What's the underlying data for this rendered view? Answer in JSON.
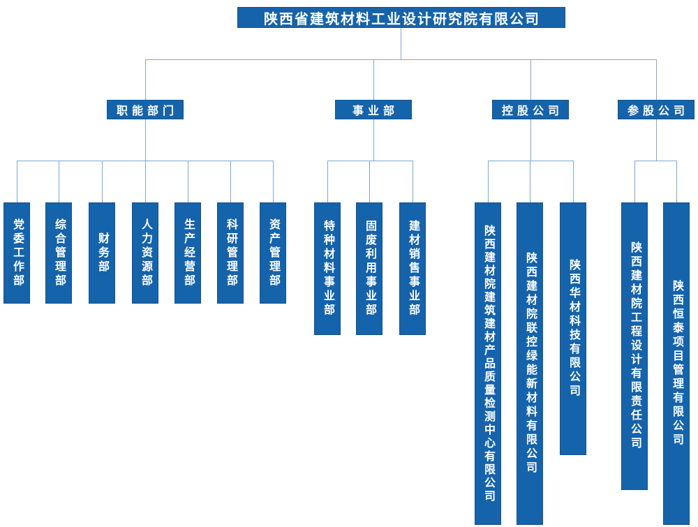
{
  "root": {
    "label": "陕西省建筑材料工业设计研究院有限公司"
  },
  "branches": [
    {
      "label": "职能部门",
      "children": [
        {
          "label": "党委工作部"
        },
        {
          "label": "综合管理部"
        },
        {
          "label": "财务部"
        },
        {
          "label": "人力资源部"
        },
        {
          "label": "生产经营部"
        },
        {
          "label": "科研管理部"
        },
        {
          "label": "资产管理部"
        }
      ]
    },
    {
      "label": "事业部",
      "children": [
        {
          "label": "特种材料事业部"
        },
        {
          "label": "固废利用事业部"
        },
        {
          "label": "建材销售事业部"
        }
      ]
    },
    {
      "label": "控股公司",
      "children": [
        {
          "label": "陕西建材院建筑建材产品质量检测中心有限公司"
        },
        {
          "label": "陕西建材院联控绿能新材料有限公司"
        },
        {
          "label": "陕西华材科技有限公司"
        }
      ]
    },
    {
      "label": "参股公司",
      "children": [
        {
          "label": "陕西建材院工程设计有限责任公司"
        },
        {
          "label": "陕西恒泰项目管理有限公司"
        }
      ]
    }
  ],
  "colors": {
    "node_blue": "#1563ab",
    "line_blue": "#7fa8d5",
    "text_white": "#ffffff",
    "background": "#ffffff"
  }
}
